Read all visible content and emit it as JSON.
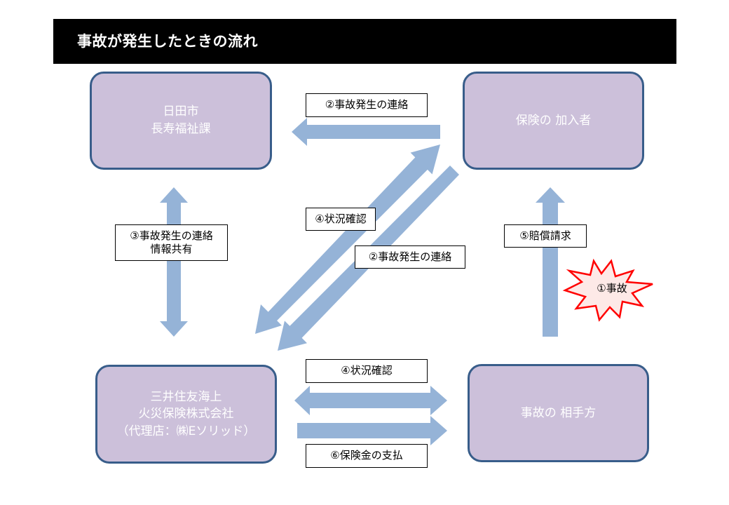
{
  "title": "事故が発生したときの流れ",
  "nodes": {
    "hita": {
      "line1": "日田市",
      "line2": "長寿福祉課"
    },
    "insured": {
      "line1": "保険の 加入者"
    },
    "mitsui": {
      "line1": "三井住友海上",
      "line2": "火災保険株式会社",
      "line3": "（代理店：㈱Eソリッド）"
    },
    "counterparty": {
      "line1": "事故の 相手方"
    }
  },
  "labels": {
    "contact_top": "②事故発生の連絡",
    "status_check_diag": "④状況確認",
    "contact_diag": "②事故発生の連絡",
    "contact_share_line1": "③事故発生の連絡",
    "contact_share_line2": "情報共有",
    "claim": "⑤賠償請求",
    "accident": "①事故",
    "status_check_bottom": "④状況確認",
    "payment": "⑥保険金の支払"
  },
  "colors": {
    "node_fill": "#ccc0da",
    "node_border": "#385d8a",
    "arrow": "#95b3d7",
    "burst_fill": "#fde9e7",
    "burst_stroke": "#ff0000",
    "title_bar": "#000000"
  }
}
